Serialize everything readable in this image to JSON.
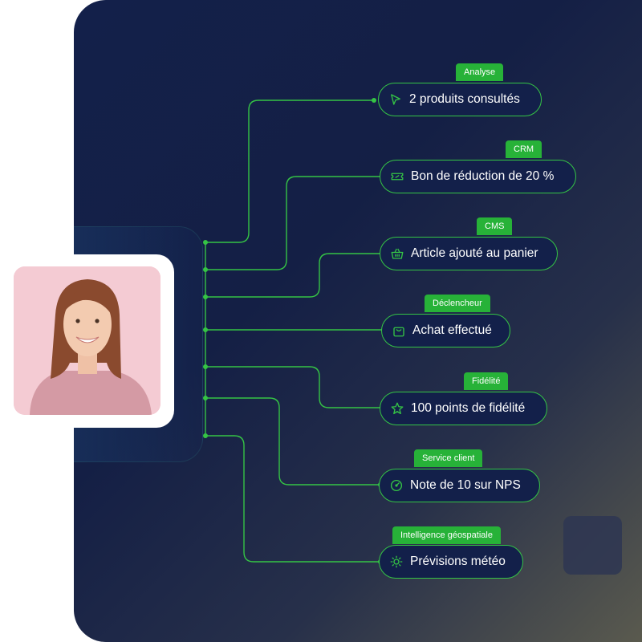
{
  "colors": {
    "accent": "#35c445",
    "tag_bg": "#27b238",
    "panel": "#13204a"
  },
  "nodes": [
    {
      "tag": "Analyse",
      "label": "2 produits consultés",
      "icon": "cursor-icon"
    },
    {
      "tag": "CRM",
      "label": "Bon de réduction de 20 %",
      "icon": "ticket-icon"
    },
    {
      "tag": "CMS",
      "label": "Article ajouté au panier",
      "icon": "basket-icon"
    },
    {
      "tag": "Déclencheur",
      "label": "Achat effectué",
      "icon": "bag-icon"
    },
    {
      "tag": "Fidélité",
      "label": "100 points de fidélité",
      "icon": "star-icon"
    },
    {
      "tag": "Service client",
      "label": "Note de 10 sur NPS",
      "icon": "gauge-icon"
    },
    {
      "tag": "Intelligence géospatiale",
      "label": "Prévisions météo",
      "icon": "sun-icon"
    }
  ]
}
